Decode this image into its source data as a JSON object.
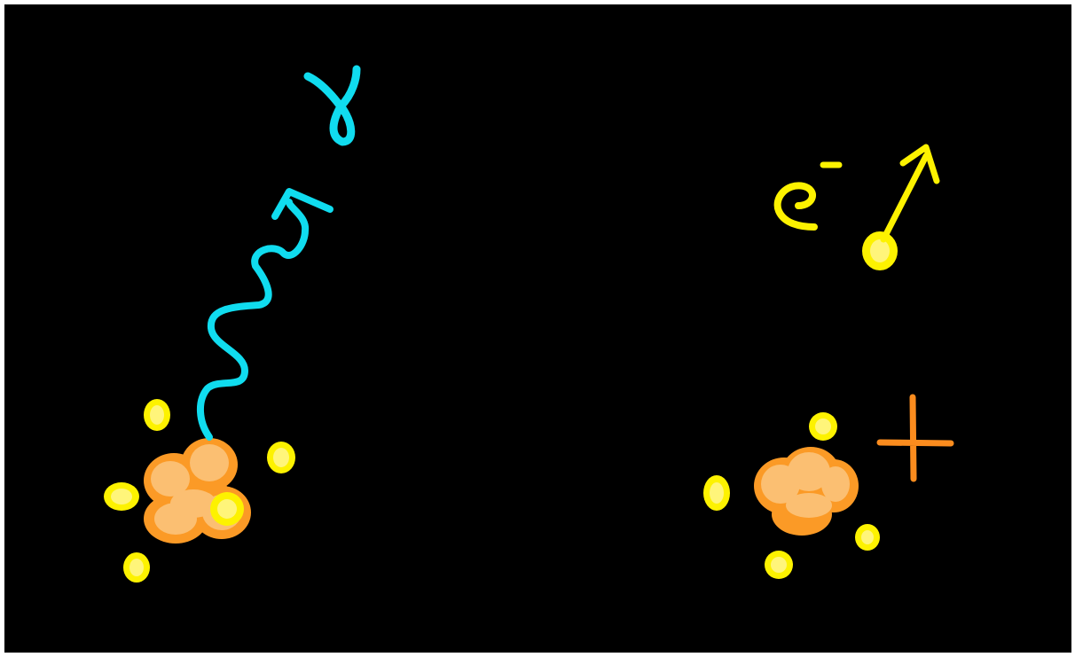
{
  "labels": {
    "gamma": "γ",
    "electron": "e",
    "electron_charge": "-",
    "ion_charge": "+"
  },
  "colors": {
    "background": "#000000",
    "frame": "#ffffff",
    "gamma_ray": "#10dcef",
    "electron": "#fdf200",
    "electron_highlight": "#fff57a",
    "nucleus": "#fb9a26",
    "nucleon": "#fbbf72",
    "charge": "#fb8c1e"
  },
  "icons": {
    "gamma_ray": "wavy-arrow",
    "electron_motion": "straight-arrow"
  }
}
